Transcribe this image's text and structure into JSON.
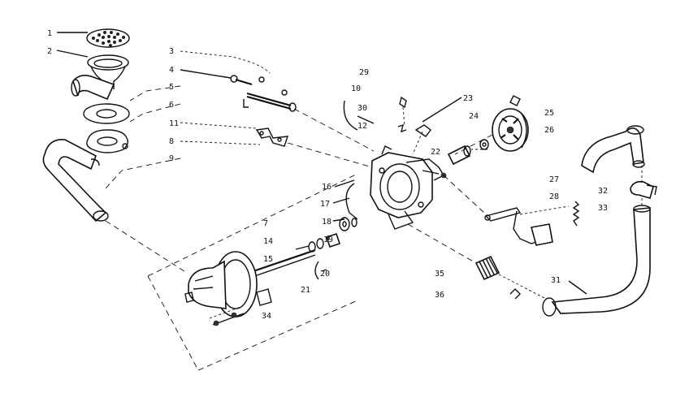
{
  "diagram": {
    "labels": [
      {
        "id": "1",
        "text": "1"
      },
      {
        "id": "2",
        "text": "2"
      },
      {
        "id": "3",
        "text": "3"
      },
      {
        "id": "4",
        "text": "4"
      },
      {
        "id": "5",
        "text": "5"
      },
      {
        "id": "6",
        "text": "6"
      },
      {
        "id": "8",
        "text": "8"
      },
      {
        "id": "9",
        "text": "9"
      },
      {
        "id": "10",
        "text": "10"
      },
      {
        "id": "11",
        "text": "11"
      },
      {
        "id": "12",
        "text": "12"
      },
      {
        "id": "29",
        "text": "29"
      },
      {
        "id": "30",
        "text": "30"
      },
      {
        "id": "23",
        "text": "23"
      },
      {
        "id": "24",
        "text": "24"
      },
      {
        "id": "25",
        "text": "25"
      },
      {
        "id": "26",
        "text": "26"
      },
      {
        "id": "22",
        "text": "22"
      },
      {
        "id": "16",
        "text": "16"
      },
      {
        "id": "17",
        "text": "17"
      },
      {
        "id": "18",
        "text": "18"
      },
      {
        "id": "19",
        "text": "19"
      },
      {
        "id": "20",
        "text": "20"
      },
      {
        "id": "21",
        "text": "21"
      },
      {
        "id": "7",
        "text": "7"
      },
      {
        "id": "14",
        "text": "14"
      },
      {
        "id": "15",
        "text": "15"
      },
      {
        "id": "34",
        "text": "34"
      },
      {
        "id": "27",
        "text": "27"
      },
      {
        "id": "28",
        "text": "28"
      },
      {
        "id": "32",
        "text": "32"
      },
      {
        "id": "33",
        "text": "33"
      },
      {
        "id": "35",
        "text": "35"
      },
      {
        "id": "36",
        "text": "36"
      },
      {
        "id": "31",
        "text": "31"
      }
    ]
  }
}
